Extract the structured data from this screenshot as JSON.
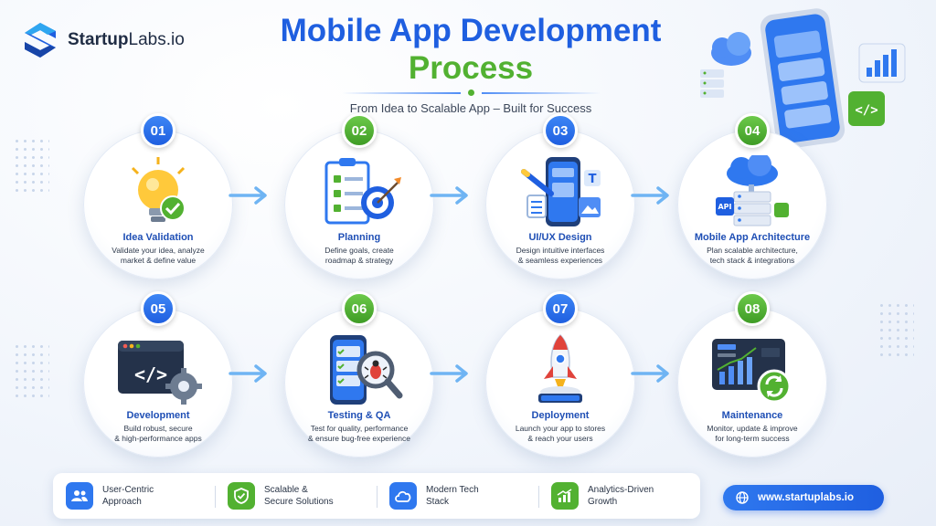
{
  "brand": {
    "name_bold": "Startup",
    "name_rest": "Labs.io"
  },
  "header": {
    "title_line1": "Mobile App Development",
    "title_line2": "Process",
    "subtitle": "From Idea to Scalable App – Built for Success"
  },
  "colors": {
    "blue": "#1f5fe0",
    "green": "#52b131",
    "title_text": "#1f4fb5"
  },
  "steps": [
    {
      "number": "01",
      "title": "Idea Validation",
      "desc": "Validate your idea, analyze\nmarket & define value",
      "icon": "lightbulb-check-icon",
      "badge": "blue"
    },
    {
      "number": "02",
      "title": "Planning",
      "desc": "Define goals, create\nroadmap & strategy",
      "icon": "clipboard-target-icon",
      "badge": "green"
    },
    {
      "number": "03",
      "title": "UI/UX Design",
      "desc": "Design intuitive interfaces\n& seamless experiences",
      "icon": "phone-design-icon",
      "badge": "blue"
    },
    {
      "number": "04",
      "title": "Mobile App Architecture",
      "desc": "Plan scalable architecture,\ntech stack & integrations",
      "icon": "cloud-server-icon",
      "badge": "green"
    },
    {
      "number": "05",
      "title": "Development",
      "desc": "Build robust, secure\n& high-performance apps",
      "icon": "code-window-gear-icon",
      "badge": "blue"
    },
    {
      "number": "06",
      "title": "Testing & QA",
      "desc": "Test for quality, performance\n& ensure bug-free experience",
      "icon": "phone-bug-search-icon",
      "badge": "green"
    },
    {
      "number": "07",
      "title": "Deployment",
      "desc": "Launch your app to stores\n& reach your users",
      "icon": "rocket-launch-icon",
      "badge": "blue"
    },
    {
      "number": "08",
      "title": "Maintenance",
      "desc": "Monitor, update & improve\nfor long-term success",
      "icon": "dashboard-refresh-icon",
      "badge": "green"
    }
  ],
  "features": [
    {
      "label": "User-Centric\nApproach",
      "icon": "users-icon",
      "color": "#2f78ef"
    },
    {
      "label": "Scalable &\nSecure Solutions",
      "icon": "shield-check-icon",
      "color": "#52b131"
    },
    {
      "label": "Modern Tech\nStack",
      "icon": "cloud-icon",
      "color": "#2f78ef"
    },
    {
      "label": "Analytics-Driven\nGrowth",
      "icon": "growth-chart-icon",
      "color": "#52b131"
    }
  ],
  "website": {
    "url": "www.startuplabs.io",
    "icon": "globe-icon"
  }
}
